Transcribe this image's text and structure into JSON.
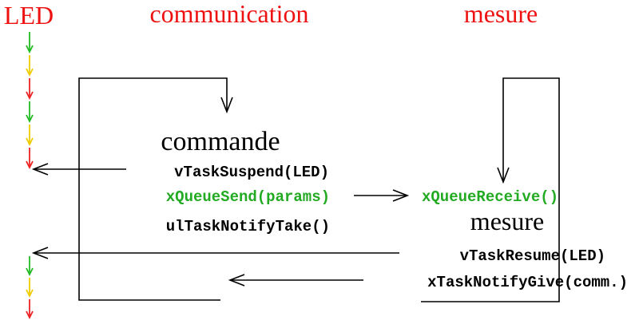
{
  "columns": {
    "led": "LED",
    "communication": "communication",
    "mesure": "mesure"
  },
  "communication_task": {
    "label": "commande",
    "calls": [
      {
        "text": "vTaskSuspend(LED)",
        "color": "black"
      },
      {
        "text": "xQueueSend(params)",
        "color": "green"
      },
      {
        "text": "ulTaskNotifyTake()",
        "color": "black"
      }
    ]
  },
  "mesure_task": {
    "label": "mesure",
    "calls": [
      {
        "text": "xQueueReceive()",
        "color": "green"
      },
      {
        "text": "vTaskResume(LED)",
        "color": "black"
      },
      {
        "text": "xTaskNotifyGive(comm.)",
        "color": "black"
      }
    ]
  },
  "led_arrow_colors": {
    "top": [
      "#22bb22",
      "#eecc00",
      "#ee2222",
      "#22bb22",
      "#eecc00",
      "#ee2222"
    ],
    "bottom": [
      "#22bb22",
      "#eecc00",
      "#ee2222"
    ]
  },
  "colors": {
    "title": "#ee1111",
    "green_call": "#22aa22",
    "line": "#000000"
  }
}
